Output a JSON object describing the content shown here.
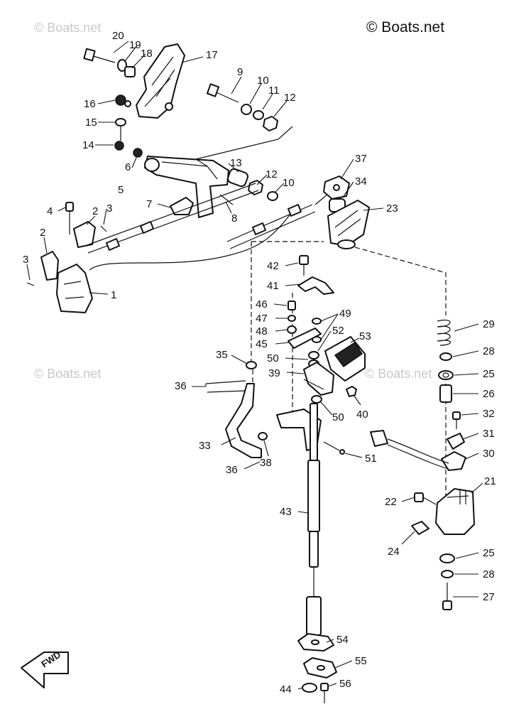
{
  "watermarks": {
    "top_left": "© Boats.net",
    "top_right": "© Boats.net",
    "mid_left": "© Boats.net",
    "mid_right": "© Boats.net"
  },
  "direction_label": "FWD",
  "callouts": [
    "1",
    "2",
    "3",
    "4",
    "5",
    "6",
    "7",
    "8",
    "9",
    "10",
    "11",
    "12",
    "13",
    "14",
    "15",
    "16",
    "17",
    "18",
    "19",
    "20",
    "21",
    "22",
    "23",
    "24",
    "25",
    "26",
    "27",
    "28",
    "29",
    "30",
    "31",
    "32",
    "33",
    "34",
    "35",
    "36",
    "37",
    "38",
    "39",
    "40",
    "41",
    "42",
    "43",
    "44",
    "45",
    "46",
    "47",
    "48",
    "49",
    "50",
    "51",
    "52",
    "53",
    "54",
    "55",
    "56"
  ]
}
